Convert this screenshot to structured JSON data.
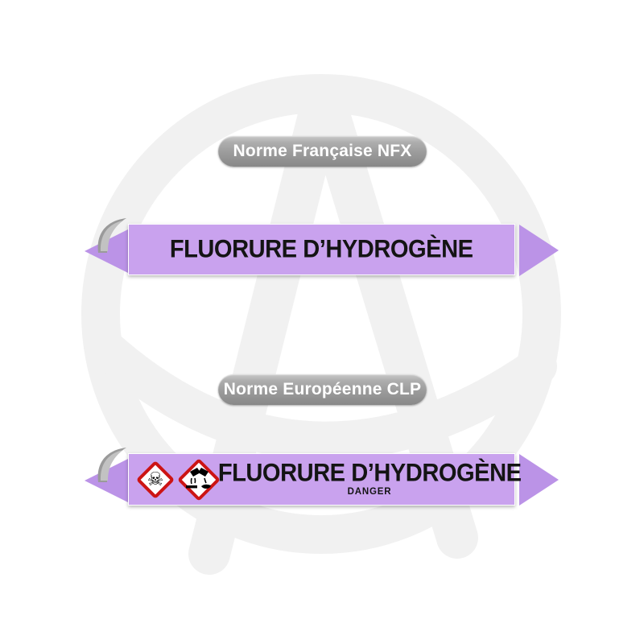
{
  "image": {
    "kind": "pipe-marker-product-illustration",
    "background": "#ffffff"
  },
  "watermark": {
    "name": "brand-logo-watermark",
    "color": "#f1f1f1"
  },
  "colors": {
    "band_purple": "#c9a2ee",
    "arrow_purple": "#bb93e7",
    "badge_gray": "#9b9b9b",
    "badge_text": "#ffffff",
    "marker_text": "#141414",
    "pictogram_border": "#cc1414",
    "peel_gray": "#9a9a9a"
  },
  "nfx": {
    "badge_label": "Norme Française NFX",
    "marker_text": "FLUORURE D’HYDROGÈNE"
  },
  "clp": {
    "badge_label": "Norme Européenne CLP",
    "marker_text": "FLUORURE D’HYDROGÈNE",
    "signal_word": "DANGER",
    "pictograms": [
      {
        "name": "skull-crossbones-icon",
        "glyph": "☠"
      },
      {
        "name": "corrosive-icon"
      }
    ]
  }
}
